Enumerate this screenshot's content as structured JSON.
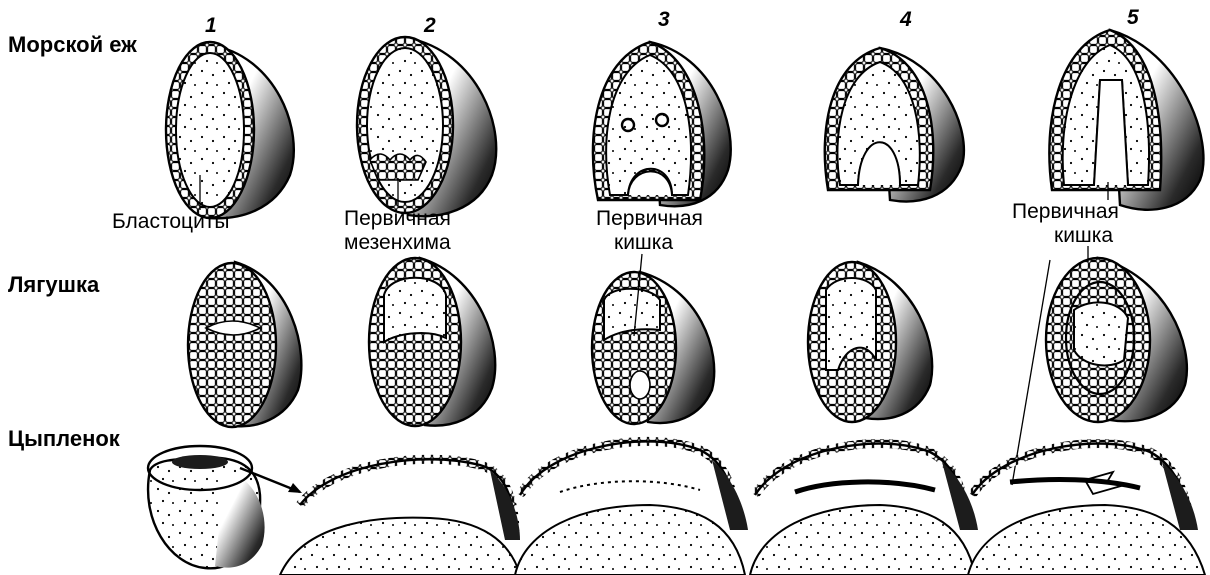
{
  "rows": {
    "sea_urchin": "Морской еж",
    "frog": "Лягушка",
    "chicken": "Цыпленок"
  },
  "stages": [
    "1",
    "2",
    "3",
    "4",
    "5"
  ],
  "labels": {
    "blastocytes": "Бластоциты",
    "primary_mesenchyme_line1": "Первичная",
    "primary_mesenchyme_line2": "мезенхима",
    "primary_gut_3_line1": "Первичная",
    "primary_gut_3_line2": "кишка",
    "primary_gut_5_line1": "Первичная",
    "primary_gut_5_line2": "кишка"
  }
}
